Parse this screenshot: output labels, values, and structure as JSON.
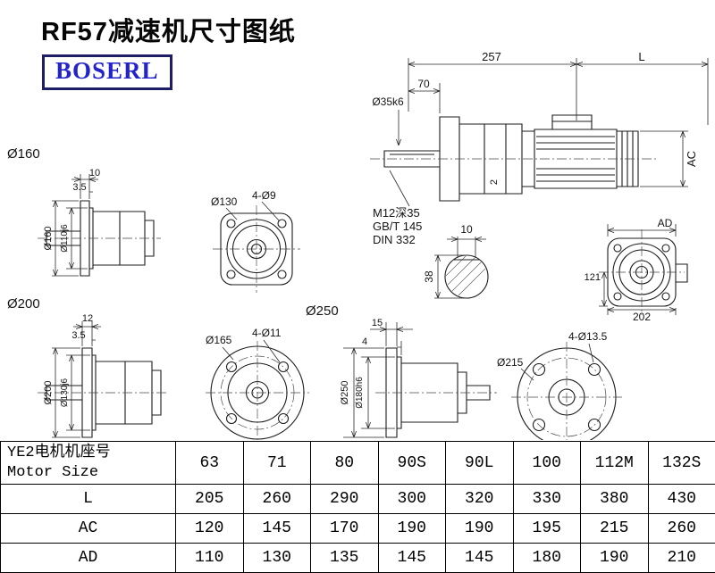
{
  "page": {
    "title": "RF57减速机尺寸图纸",
    "logo_text": "BOSERL"
  },
  "main_drawing": {
    "dim_257": "257",
    "dim_L": "L",
    "dim_70": "70",
    "shaft_dia": "Ø35k6",
    "dim_AC": "AC",
    "dim_2": "2",
    "note_tap": "M12深35",
    "note_std1": "GB/T 145",
    "note_std2": "DIN 332"
  },
  "shaft_section": {
    "dim_10": "10",
    "dim_38": "38"
  },
  "ad_view": {
    "dim_AD": "AD",
    "dim_121": "121",
    "dim_202": "202"
  },
  "flange160": {
    "label": "Ø160",
    "dim_10": "10",
    "dim_3_5": "3.5",
    "dia_outer": "Ø160",
    "dia_spigot": "Ø110j6"
  },
  "flange130_front": {
    "dia": "Ø130",
    "holes": "4-Ø9"
  },
  "flange200": {
    "label": "Ø200",
    "dim_12": "12",
    "dim_3_5": "3.5",
    "dia_outer": "Ø200",
    "dia_spigot": "Ø130j6"
  },
  "flange165_front": {
    "dia": "Ø165",
    "holes": "4-Ø11"
  },
  "flange250": {
    "label": "Ø250",
    "dim_15": "15",
    "dim_4": "4",
    "dia_outer": "Ø250",
    "dia_spigot": "Ø180h6"
  },
  "flange215_front": {
    "dia": "Ø215",
    "holes": "4-Ø13.5"
  },
  "table": {
    "header_label_cn": "YE2电机机座号",
    "header_label_en": "Motor Size",
    "columns": [
      "63",
      "71",
      "80",
      "90S",
      "90L",
      "100",
      "112M",
      "132S"
    ],
    "rows": [
      {
        "label": "L",
        "values": [
          "205",
          "260",
          "290",
          "300",
          "320",
          "330",
          "380",
          "430"
        ]
      },
      {
        "label": "AC",
        "values": [
          "120",
          "145",
          "170",
          "190",
          "190",
          "195",
          "215",
          "260"
        ]
      },
      {
        "label": "AD",
        "values": [
          "110",
          "130",
          "135",
          "145",
          "145",
          "180",
          "190",
          "210"
        ]
      }
    ]
  }
}
